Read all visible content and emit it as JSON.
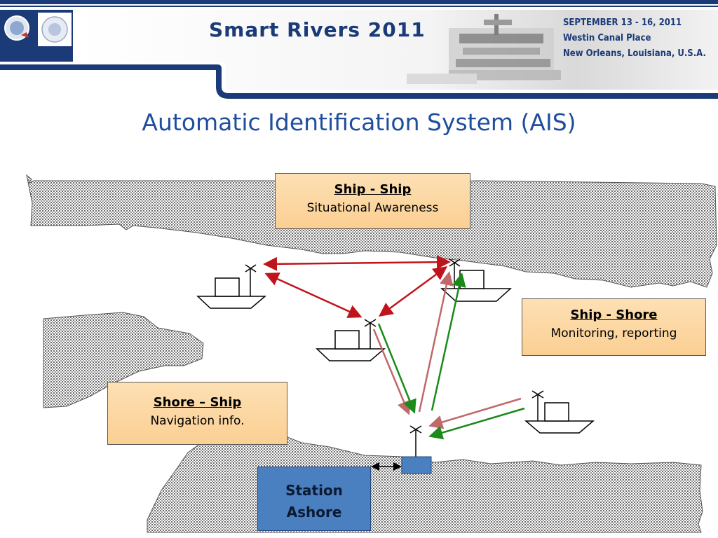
{
  "banner": {
    "title": "Smart Rivers 2011",
    "dates": "SEPTEMBER 13 - 16, 2011",
    "venue": "Westin Canal Place",
    "location": "New Orleans, Louisiana, U.S.A.",
    "colors": {
      "navy": "#1a3a78",
      "stripe": "#ffffff"
    }
  },
  "slide": {
    "title": "Automatic Identification System (AIS)"
  },
  "boxes": {
    "ship_ship": {
      "heading": "Ship - Ship",
      "text": "Situational Awareness"
    },
    "ship_shore": {
      "heading": "Ship - Shore",
      "text": "Monitoring, reporting"
    },
    "shore_ship": {
      "heading": "Shore – Ship",
      "text": "Navigation info."
    }
  },
  "station": {
    "line1": "Station",
    "line2": "Ashore",
    "color": "#4a7fc0"
  },
  "colors": {
    "ship_ship_arrows": "#c0141c",
    "shore_to_ship_arrows": "#c0686a",
    "ship_to_shore_arrows": "#1a8a1a",
    "label_fill": "#fbd7a3"
  }
}
